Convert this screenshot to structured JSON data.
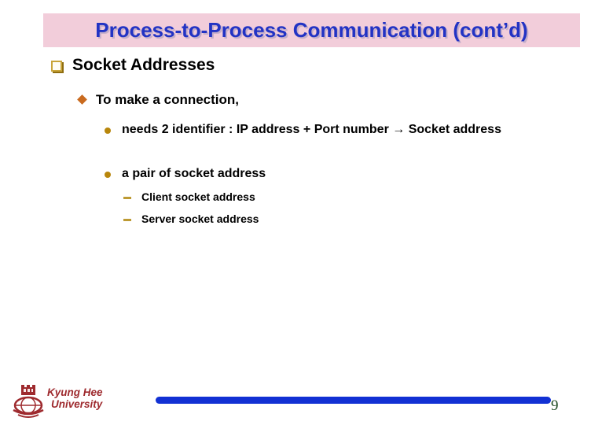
{
  "slide": {
    "title": "Process-to-Process Communication (cont’d)",
    "content": {
      "h1": "Socket Addresses",
      "h2": "To make a connection,",
      "items": [
        "needs 2 identifier : IP address + Port number → Socket address",
        "a pair of socket address"
      ],
      "subitems": [
        "Client socket address",
        "Server socket address"
      ]
    },
    "footer": {
      "org_line1": "Kyung Hee",
      "org_line2": "University",
      "page_number": "9"
    },
    "icons": {
      "h1_bullet": "square-bullet",
      "h2_bullet": "diamond-bullet",
      "item_bullet": "circle-bullet",
      "subitem_bullet": "dash-bullet",
      "logo": "kyung-hee-university-emblem"
    },
    "colors": {
      "title_bg": "#f2cdda",
      "title_text": "#2233c4",
      "bullet_gold": "#b8860b",
      "diamond_orange": "#c96a1e",
      "footer_red": "#9e2a2e",
      "divider_blue": "#1231d4",
      "page_number_green": "#1d4a20"
    }
  }
}
